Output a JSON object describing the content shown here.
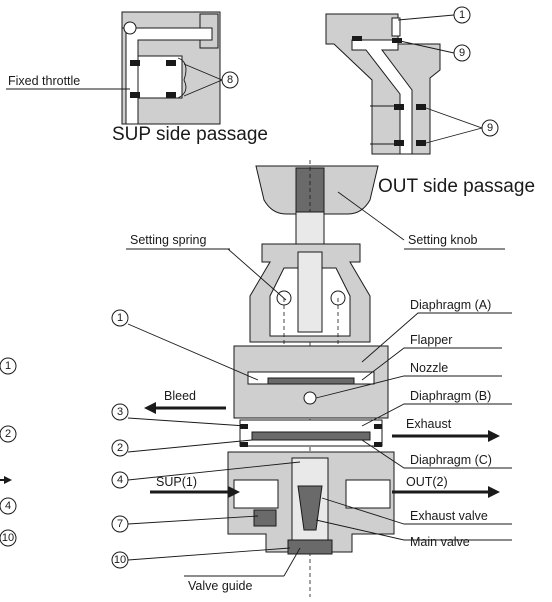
{
  "captions": {
    "sup_side": "SUP side passage",
    "out_side": "OUT side passage"
  },
  "labels": {
    "fixed_throttle": "Fixed throttle",
    "setting_spring": "Setting spring",
    "setting_knob": "Setting knob",
    "diaphragm_a": "Diaphragm (A)",
    "flapper": "Flapper",
    "nozzle": "Nozzle",
    "diaphragm_b": "Diaphragm (B)",
    "exhaust": "Exhaust",
    "diaphragm_c": "Diaphragm (C)",
    "out2": "OUT(2)",
    "exhaust_valve": "Exhaust valve",
    "main_valve": "Main valve",
    "valve_guide": "Valve guide",
    "bleed": "Bleed",
    "sup1": "SUP(1)"
  },
  "numbers": {
    "n1": "1",
    "n2": "2",
    "n3": "3",
    "n4": "4",
    "n7": "7",
    "n8": "8",
    "n9": "9",
    "n10": "10"
  }
}
